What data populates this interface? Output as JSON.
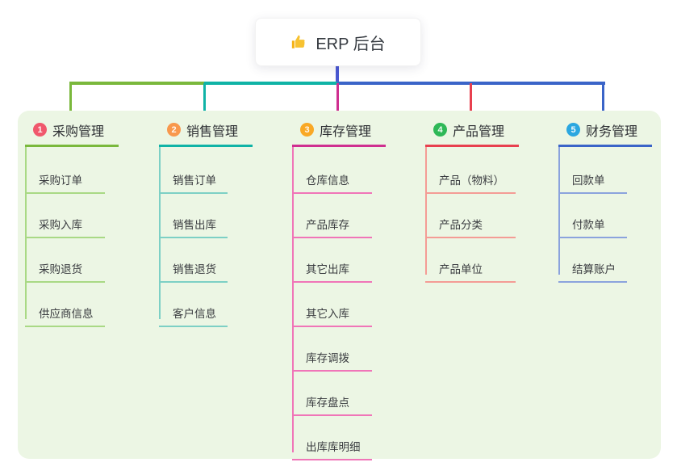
{
  "root": {
    "label": "ERP 后台",
    "icon": "thumbs-up-icon"
  },
  "colors": {
    "canvas_bg": "#ecf6e4",
    "stem": "#4a58d2",
    "thumb": "#f5b317"
  },
  "branches": [
    {
      "badge": "1",
      "label": "采购管理",
      "color": "#7ab83c",
      "light": "#a9d985",
      "badge_color": "#f0586c",
      "items": [
        "采购订单",
        "采购入库",
        "采购退货",
        "供应商信息"
      ]
    },
    {
      "badge": "2",
      "label": "销售管理",
      "color": "#10b3a6",
      "light": "#7dd0c5",
      "badge_color": "#f8984d",
      "items": [
        "销售订单",
        "销售出库",
        "销售退货",
        "客户信息"
      ]
    },
    {
      "badge": "3",
      "label": "库存管理",
      "color": "#cf2f90",
      "light": "#f075b8",
      "badge_color": "#f9a825",
      "items": [
        "仓库信息",
        "产品库存",
        "其它出库",
        "其它入库",
        "库存调拨",
        "库存盘点",
        "出库库明细"
      ]
    },
    {
      "badge": "4",
      "label": "产品管理",
      "color": "#e8404f",
      "light": "#f49c95",
      "badge_color": "#2eb857",
      "items": [
        "产品（物料）",
        "产品分类",
        "产品单位"
      ]
    },
    {
      "badge": "5",
      "label": "财务管理",
      "color": "#3a64c8",
      "light": "#8ba3dd",
      "badge_color": "#2ba7e0",
      "items": [
        "回款单",
        "付款单",
        "结算账户"
      ]
    }
  ]
}
